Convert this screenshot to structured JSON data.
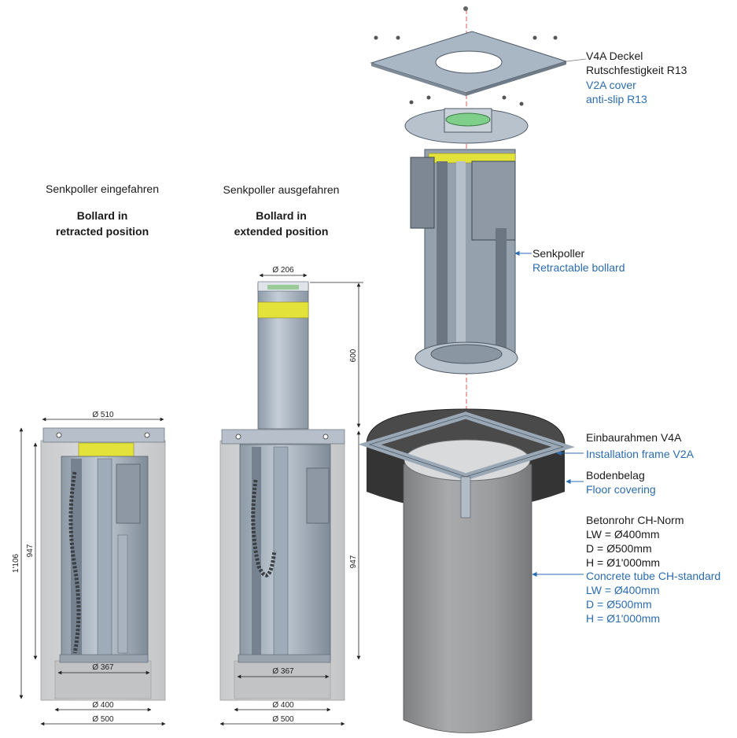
{
  "headings": {
    "retracted_de": "Senkpoller eingefahren",
    "retracted_en_1": "Bollard in",
    "retracted_en_2": "retracted position",
    "extended_de": "Senkpoller ausgefahren",
    "extended_en_1": "Bollard in",
    "extended_en_2": "extended position"
  },
  "callouts": {
    "cover_de_1": "V4A Deckel",
    "cover_de_2": "Rutschfestigkeit R13",
    "cover_en_1": "V2A cover",
    "cover_en_2": "anti-slip R13",
    "bollard_de": "Senkpoller",
    "bollard_en": "Retractable bollard",
    "frame_de": "Einbaurahmen V4A",
    "frame_en": "Installation frame V2A",
    "floor_de": "Bodenbelag",
    "floor_en": "Floor covering",
    "tube_de": "Betonrohr CH-Norm",
    "tube_de_lw": "LW = Ø400mm",
    "tube_de_d": "D = Ø500mm",
    "tube_de_h": "H = Ø1'000mm",
    "tube_en": "Concrete tube CH-standard",
    "tube_en_lw": "LW = Ø400mm",
    "tube_en_d": "D = Ø500mm",
    "tube_en_h": "H = Ø1'000mm"
  },
  "dimensions": {
    "left_top_dia": "Ø 510",
    "left_height_total": "1'106",
    "left_height": "947",
    "left_inner_dia": "Ø 367",
    "left_base_dia": "Ø 400",
    "left_outer_dia": "Ø 500",
    "mid_post_dia": "Ø 206",
    "mid_post_height": "600",
    "mid_height": "947",
    "mid_inner_dia": "Ø 367",
    "mid_base_dia": "Ø 400",
    "mid_outer_dia": "Ø 500"
  },
  "colors": {
    "text_blue": "#2b6cb0",
    "concrete": "#d2d3d5",
    "steel": "#a9b4c0",
    "reflector_yellow": "#e3e23a",
    "floor_dark": "#3a3a3a"
  }
}
